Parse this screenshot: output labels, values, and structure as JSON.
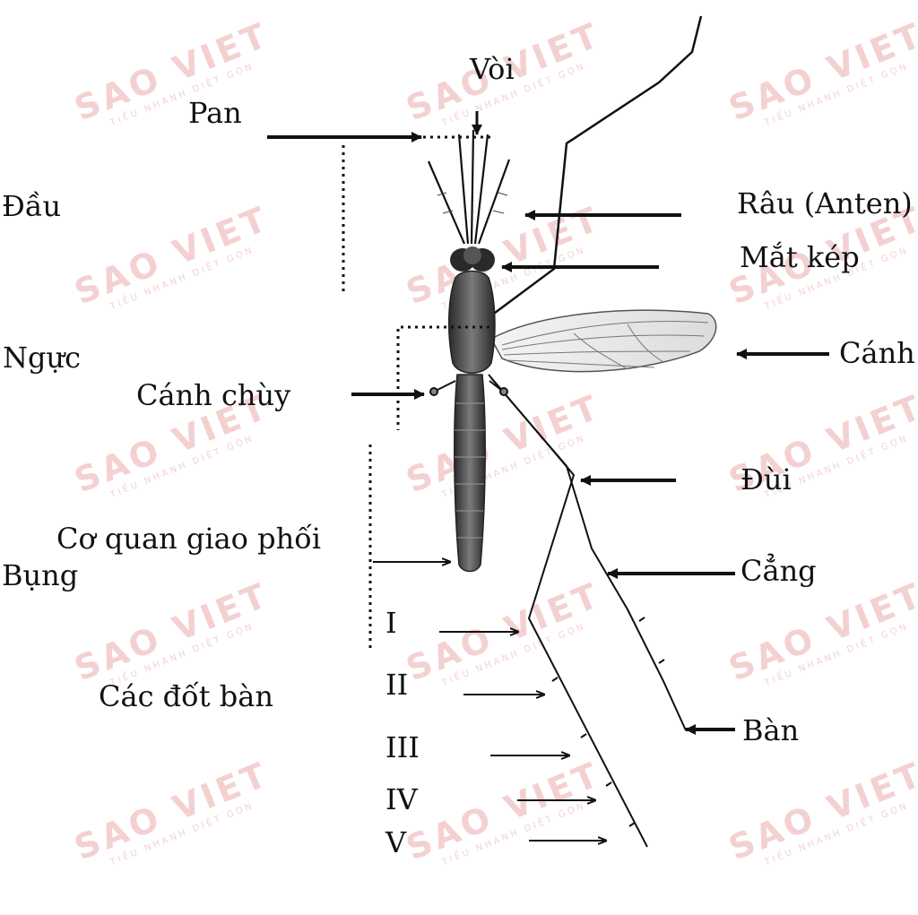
{
  "watermark": {
    "brand": "SAO VIET",
    "tagline": "TIẾU NHANH DIỆT GỌN"
  },
  "labels": {
    "voi": "Vòi",
    "pan": "Pan",
    "dau": "Đầu",
    "rau": "Râu (Anten)",
    "mat_kep": "Mắt kép",
    "nguc": "Ngực",
    "canh": "Cánh",
    "canh_chuy": "Cánh chùy",
    "dui": "Đùi",
    "co_quan": "Cơ quan giao phối",
    "bung": "Bụng",
    "cang": "Cẳng",
    "dot_1": "I",
    "dot_2": "II",
    "dot_3": "III",
    "dot_4": "IV",
    "dot_5": "V",
    "ban": "Bàn",
    "cac_dot_ban": "Các đốt bàn"
  },
  "colors": {
    "ink": "#111111",
    "wing": "#e9e9e9",
    "body_dark": "#3a3a3a",
    "body_mid": "#6a6a6a",
    "watermark": "#f2c9c9"
  }
}
